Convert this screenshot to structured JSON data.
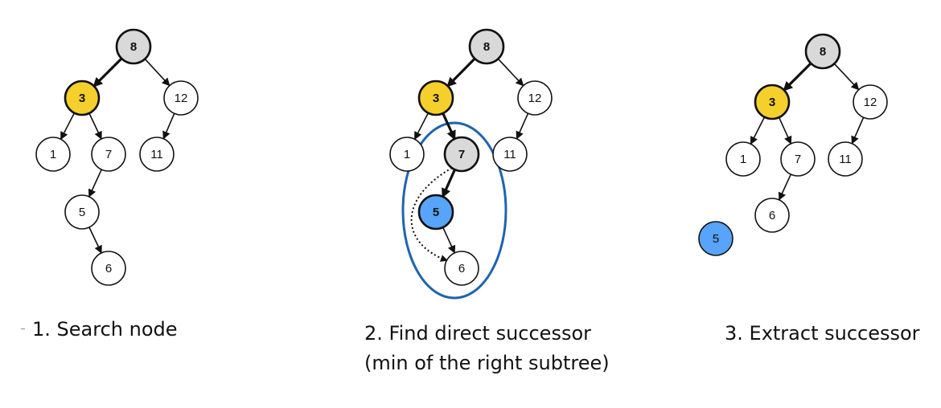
{
  "colors": {
    "root_fill": "#d9d9d9",
    "search_fill": "#f5cf2c",
    "successor_fill": "#57a4fa",
    "plain_fill": "#ffffff",
    "stroke": "#111111",
    "highlight_loop": "#1f64b0"
  },
  "panels": [
    {
      "id": "search",
      "caption_lines": [
        "1. Search node"
      ],
      "nodes": [
        {
          "id": "n8",
          "label": "8",
          "style": "root"
        },
        {
          "id": "n3",
          "label": "3",
          "style": "search"
        },
        {
          "id": "n12",
          "label": "12",
          "style": "plain"
        },
        {
          "id": "n1",
          "label": "1",
          "style": "plain"
        },
        {
          "id": "n7",
          "label": "7",
          "style": "plain"
        },
        {
          "id": "n11",
          "label": "11",
          "style": "plain"
        },
        {
          "id": "n5",
          "label": "5",
          "style": "plain"
        },
        {
          "id": "n6",
          "label": "6",
          "style": "plain"
        }
      ],
      "edges": [
        {
          "from": "n8",
          "to": "n3",
          "bold": true
        },
        {
          "from": "n8",
          "to": "n12",
          "bold": false
        },
        {
          "from": "n3",
          "to": "n1",
          "bold": false
        },
        {
          "from": "n3",
          "to": "n7",
          "bold": false
        },
        {
          "from": "n12",
          "to": "n11",
          "bold": false
        },
        {
          "from": "n7",
          "to": "n5",
          "bold": false
        },
        {
          "from": "n5",
          "to": "n6",
          "bold": false
        }
      ]
    },
    {
      "id": "find-successor",
      "caption_lines": [
        "2. Find direct successor",
        "(min of the right subtree)"
      ],
      "nodes": [
        {
          "id": "n8",
          "label": "8",
          "style": "root"
        },
        {
          "id": "n3",
          "label": "3",
          "style": "search"
        },
        {
          "id": "n12",
          "label": "12",
          "style": "plain"
        },
        {
          "id": "n1",
          "label": "1",
          "style": "plain"
        },
        {
          "id": "n7",
          "label": "7",
          "style": "root"
        },
        {
          "id": "n11",
          "label": "11",
          "style": "plain"
        },
        {
          "id": "n5",
          "label": "5",
          "style": "successor"
        },
        {
          "id": "n6",
          "label": "6",
          "style": "plain"
        }
      ],
      "edges": [
        {
          "from": "n8",
          "to": "n3",
          "bold": true
        },
        {
          "from": "n8",
          "to": "n12",
          "bold": false
        },
        {
          "from": "n3",
          "to": "n1",
          "bold": false
        },
        {
          "from": "n3",
          "to": "n7",
          "bold": true
        },
        {
          "from": "n12",
          "to": "n11",
          "bold": false
        },
        {
          "from": "n7",
          "to": "n5",
          "bold": true
        },
        {
          "from": "n5",
          "to": "n6",
          "bold": false
        }
      ],
      "dotted_edges": [
        {
          "from": "n7",
          "to": "n6"
        }
      ],
      "highlight_subtree": [
        "n7",
        "n5",
        "n6"
      ]
    },
    {
      "id": "extract",
      "caption_lines": [
        "3. Extract successor"
      ],
      "nodes": [
        {
          "id": "n8",
          "label": "8",
          "style": "root"
        },
        {
          "id": "n3",
          "label": "3",
          "style": "search"
        },
        {
          "id": "n12",
          "label": "12",
          "style": "plain"
        },
        {
          "id": "n1",
          "label": "1",
          "style": "plain"
        },
        {
          "id": "n7",
          "label": "7",
          "style": "plain"
        },
        {
          "id": "n11",
          "label": "11",
          "style": "plain"
        },
        {
          "id": "n6",
          "label": "6",
          "style": "plain"
        },
        {
          "id": "n5",
          "label": "5",
          "style": "successor_detached"
        }
      ],
      "edges": [
        {
          "from": "n8",
          "to": "n3",
          "bold": true
        },
        {
          "from": "n8",
          "to": "n12",
          "bold": false
        },
        {
          "from": "n3",
          "to": "n1",
          "bold": false
        },
        {
          "from": "n3",
          "to": "n7",
          "bold": false
        },
        {
          "from": "n12",
          "to": "n11",
          "bold": false
        },
        {
          "from": "n7",
          "to": "n6",
          "bold": false
        }
      ]
    }
  ]
}
